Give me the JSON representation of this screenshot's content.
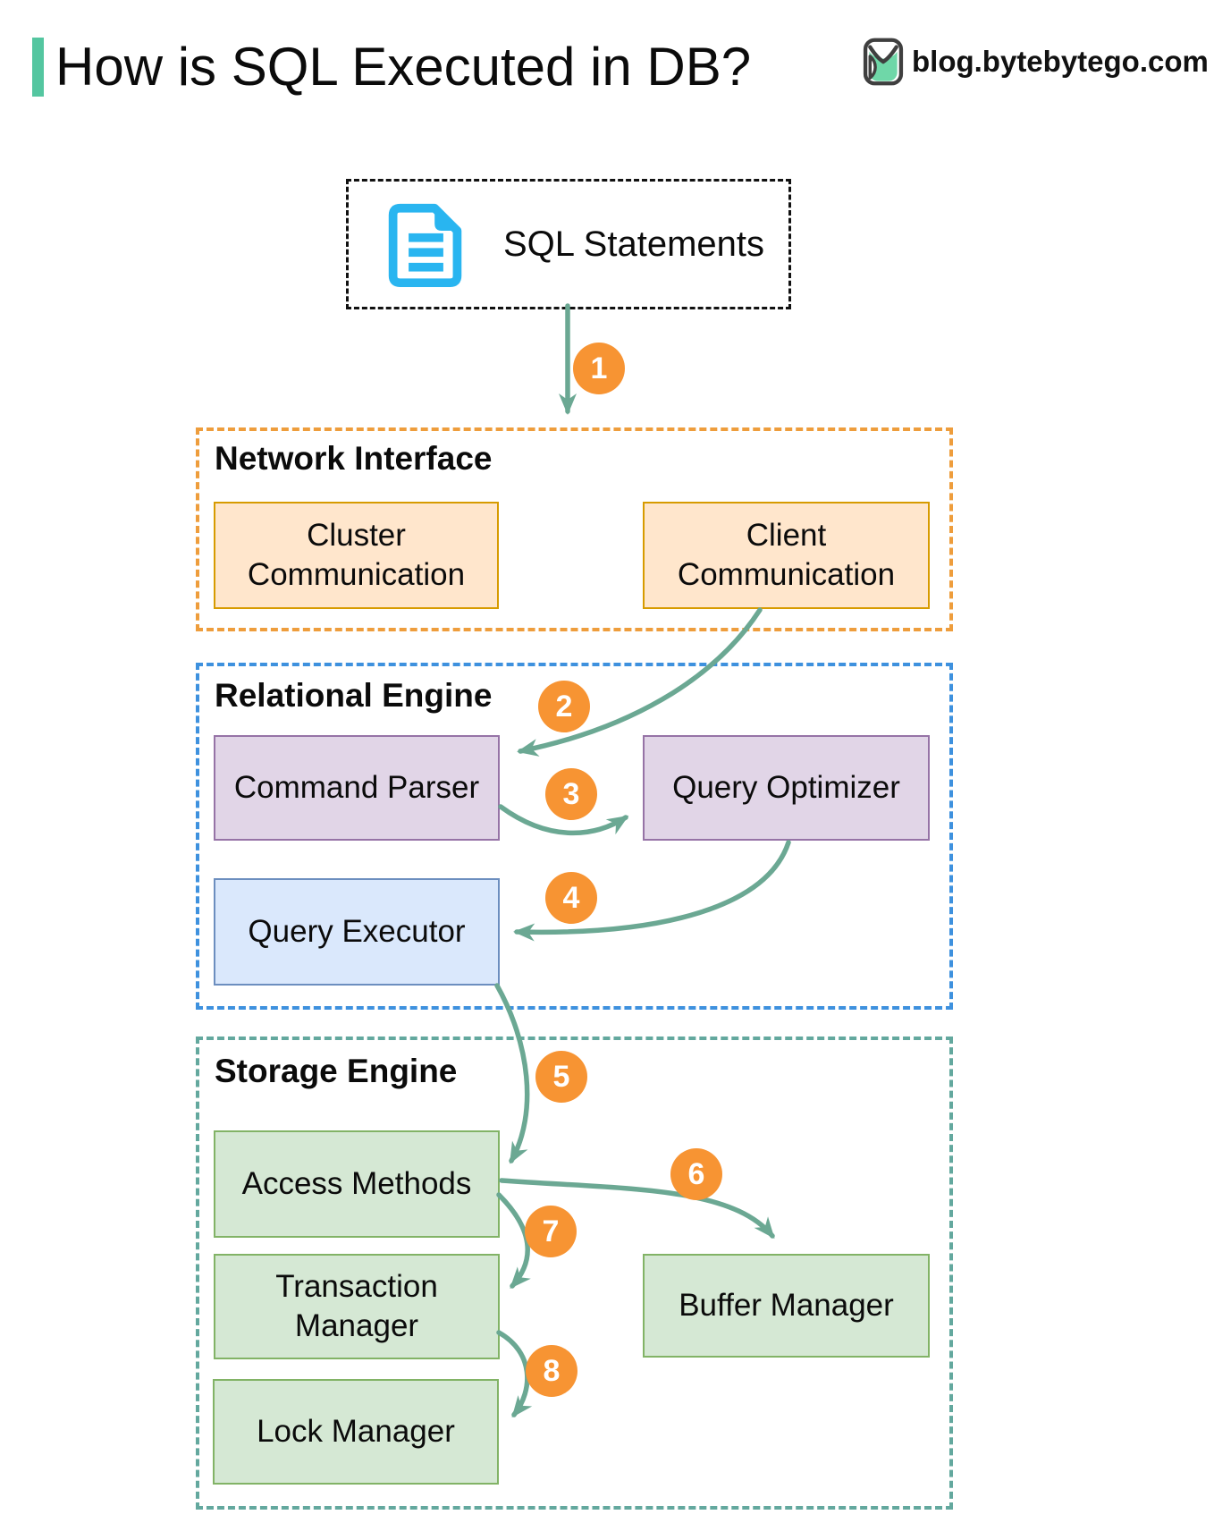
{
  "header": {
    "title": "How is SQL Executed in DB?",
    "brand": "blog.bytebytego.com"
  },
  "flow": {
    "source_label": "SQL Statements"
  },
  "sections": {
    "network": {
      "label": "Network Interface",
      "boxes": {
        "cluster": "Cluster Communication",
        "client": "Client Communication"
      }
    },
    "relational": {
      "label": "Relational Engine",
      "boxes": {
        "parser": "Command Parser",
        "optimizer": "Query Optimizer",
        "executor": "Query Executor"
      }
    },
    "storage": {
      "label": "Storage Engine",
      "boxes": {
        "access": "Access Methods",
        "transaction": "Transaction Manager",
        "lock": "Lock Manager",
        "buffer": "Buffer Manager"
      }
    }
  },
  "steps": [
    "1",
    "2",
    "3",
    "4",
    "5",
    "6",
    "7",
    "8"
  ],
  "colors": {
    "accent_green": "#54C6A0",
    "arrow": "#6BA893",
    "step_badge": "#F79433",
    "network_section_border": "#EE9D3C",
    "network_box_fill": "#FFE6CC",
    "network_box_border": "#D79B00",
    "relational_section_border": "#3E91DE",
    "parser_box_fill": "#E1D5E7",
    "parser_box_border": "#9673A6",
    "executor_box_fill": "#DAE8FC",
    "executor_box_border": "#6C8EBF",
    "storage_section_border": "#63A89E",
    "storage_box_fill": "#D5E8D4",
    "storage_box_border": "#82B366",
    "document_icon": "#29B5F0"
  }
}
